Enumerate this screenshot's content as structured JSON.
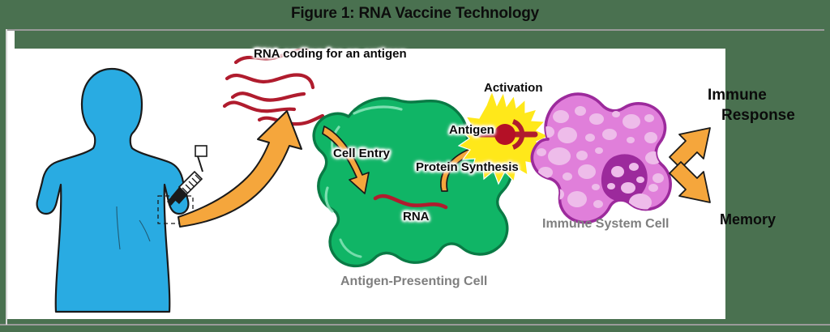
{
  "figure": {
    "title": "Figure 1: RNA Vaccine Technology",
    "background_color": "#4a7150",
    "panel_color": "#ffffff",
    "frame_color": "#9a9a9a"
  },
  "palette": {
    "body_blue": "#29abe2",
    "arrow_orange": "#f5a63c",
    "rna_red": "#b01c2e",
    "apc_green": "#10b566",
    "apc_green_dark": "#0a7a45",
    "apc_green_light": "#62d79e",
    "immune_purple": "#e07fda",
    "immune_purple_dark": "#9c2a9c",
    "immune_vesicle": "#eebcea",
    "activation_yellow": "#ffe81a",
    "label_gray": "#7f7f7f",
    "outline_black": "#1a1a1a"
  },
  "labels": {
    "rna_coding": "RNA coding for an antigen",
    "cell_entry": "Cell Entry",
    "protein_synthesis": "Protein Synthesis",
    "rna": "RNA",
    "antigen": "Antigen",
    "activation": "Activation",
    "antigen_presenting_cell": "Antigen-Presenting  Cell",
    "immune_system_cell": "Immune System Cell",
    "immune_response_line1": "Immune",
    "immune_response_line2": "Response",
    "memory": "Memory"
  },
  "elements": {
    "human_figure": "human-torso-silhouette",
    "syringe": "syringe-icon",
    "injection_site": "dashed-injection-site-box",
    "rna_strands_count": 4,
    "big_arrow": "curved-uptake-arrow",
    "cell_entry_arrow": "curved-arrow-down",
    "protein_synthesis_arrow": "curved-arrow-up",
    "activation_burst": "yellow-starburst",
    "antigen_marker": "red-antigen-receptor",
    "output_arrows": [
      "arrow-immune-response",
      "arrow-memory"
    ]
  }
}
